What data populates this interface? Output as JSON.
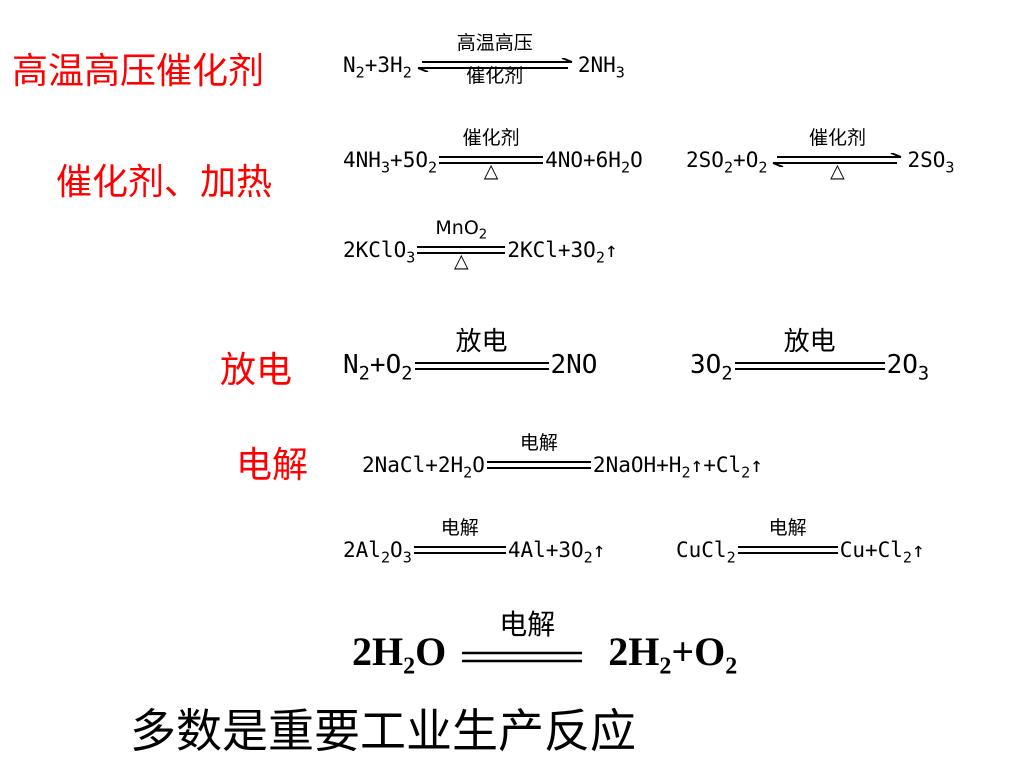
{
  "labels": {
    "high_pressure_catalyst": "高温高压催化剂",
    "catalyst_heat": "催化剂、加热",
    "discharge": "放电",
    "electrolysis": "电解"
  },
  "conditions": {
    "high_temp_pressure": "高温高压",
    "catalyst": "催化剂",
    "heat": "△",
    "mno2": "MnO",
    "mno2_sub": "2",
    "discharge": "放电",
    "electrolysis": "电解"
  },
  "footer": "多数是重要工业生产反应"
}
